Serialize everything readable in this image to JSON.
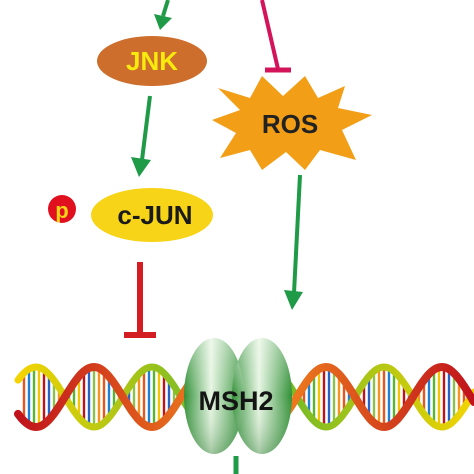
{
  "nodes": {
    "jnk": {
      "label": "JNK",
      "fill": "#cd6e2c"
    },
    "ros": {
      "label": "ROS",
      "fill": "#f29f17"
    },
    "cjun": {
      "label": "c-JUN",
      "fill": "#f7d417"
    },
    "phospho": {
      "label": "p",
      "fill": "#e0101f",
      "text_color": "#f7d417"
    },
    "msh2": {
      "label": "MSH2",
      "fill": "#4faa4a"
    }
  },
  "edges": [
    {
      "from": "upstream",
      "to": "jnk",
      "type": "activation",
      "color": "#1f9a47"
    },
    {
      "from": "upstream",
      "to": "ros",
      "type": "inhibition",
      "color": "#d4145a"
    },
    {
      "from": "jnk",
      "to": "cjun",
      "type": "activation",
      "color": "#1f9a47"
    },
    {
      "from": "cjun",
      "to": "dna",
      "type": "inhibition",
      "color": "#d41d23"
    },
    {
      "from": "ros",
      "to": "msh2",
      "type": "activation",
      "color": "#1f9a47"
    },
    {
      "from": "msh2",
      "to": "downstream",
      "type": "activation",
      "color": "#1f9a47"
    }
  ],
  "colors": {
    "activation": "#1f9a47",
    "inhibition_upper": "#d4145a",
    "inhibition_lower": "#d41d23",
    "dna_strand_a": "#e9561c",
    "dna_strand_b": "#58b530"
  }
}
